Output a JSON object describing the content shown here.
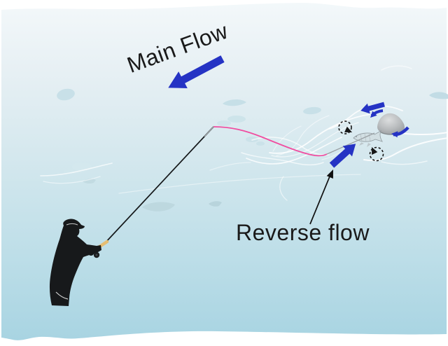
{
  "labels": {
    "main_flow": "Main Flow",
    "reverse_flow": "Reverse flow"
  },
  "elements": {
    "angler": "wading fly angler silhouette casting downstream",
    "main_flow_arrow": "thick blue arrow pointing down-left showing main current direction",
    "reverse_flow_arrow": "thick blue arrow pointing up-right showing reverse current below boulder",
    "rock": "gray boulder breaking the current",
    "trout": "sketched trout holding in the reverse flow behind the boulder",
    "eddy_left": "dashed circular eddy swirl left of boulder",
    "eddy_right": "dashed circular eddy swirl below boulder",
    "rock_top_arrow": "small blue arrow curling left over boulder",
    "rock_chevron_arrow": "small blue curved chevron arrow near boulder",
    "rock_under_arrow": "small blue curved arrow wrapping under boulder",
    "fly_line": "pink fly line from rod tip curving to the leader",
    "leader": "gray leader running to the fly near the trout",
    "annotation_arrow": "thin black arrow from Reverse flow label to reverse current arrow",
    "current_lines": "white streamlines and wake traces on the water",
    "background_fish": "faint pale fish and stone shapes under the surface"
  },
  "colors": {
    "accent_blue": "#2533c4",
    "line_pink": "#f04da0",
    "silhouette_black": "#17191b",
    "water_top": "#f3f8fa",
    "water_bottom": "#a8d4e2",
    "rock_light": "#dcdedf",
    "rock_dark": "#8e9396",
    "flow_line_white": "#ffffff",
    "label_text": "#1a1a1a"
  }
}
